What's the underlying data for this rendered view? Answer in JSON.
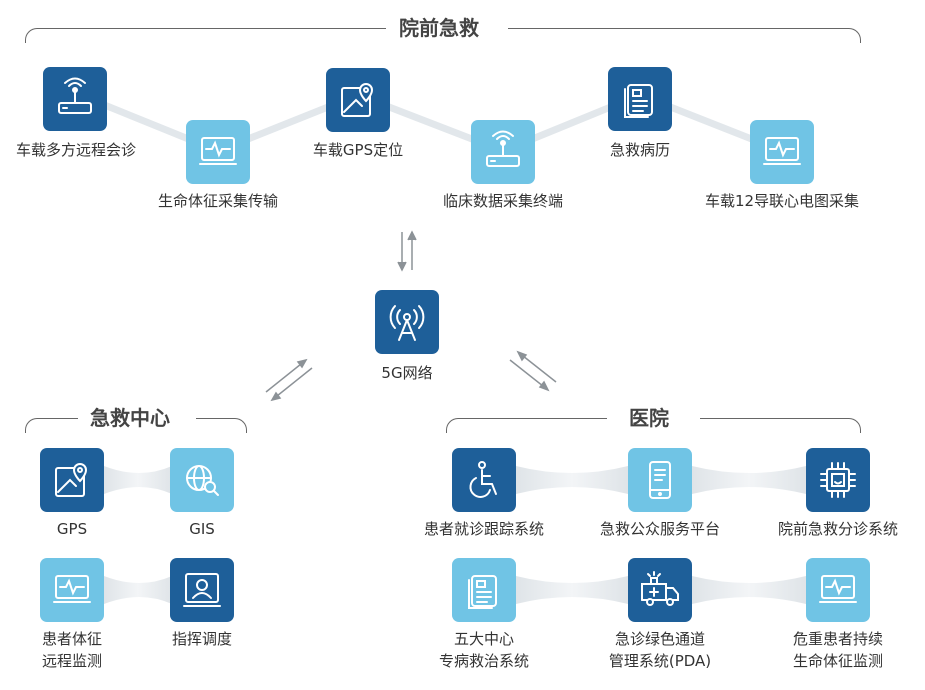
{
  "prehospital": {
    "title": "院前急救",
    "items": [
      {
        "label": "车载多方远程会诊",
        "icon": "router-icon"
      },
      {
        "label": "生命体征采集传输",
        "icon": "ecg-monitor-icon"
      },
      {
        "label": "车载GPS定位",
        "icon": "map-pin-icon"
      },
      {
        "label": "临床数据采集终端",
        "icon": "router-icon"
      },
      {
        "label": "急救病历",
        "icon": "document-icon"
      },
      {
        "label": "车载12导联心电图采集",
        "icon": "ecg-monitor-icon"
      }
    ]
  },
  "network": {
    "label": "5G网络",
    "icon": "antenna-icon"
  },
  "center": {
    "title": "急救中心",
    "items": [
      {
        "label": "GPS",
        "icon": "map-pin-icon"
      },
      {
        "label": "GIS",
        "icon": "globe-search-icon"
      },
      {
        "label_lines": [
          "患者体征",
          "远程监测"
        ],
        "icon": "ecg-monitor-icon"
      },
      {
        "label": "指挥调度",
        "icon": "dispatcher-icon"
      }
    ]
  },
  "hospital": {
    "title": "医院",
    "items": [
      {
        "label": "患者就诊跟踪系统",
        "icon": "wheelchair-icon"
      },
      {
        "label": "急救公众服务平台",
        "icon": "mobile-phone-icon"
      },
      {
        "label": "院前急救分诊系统",
        "icon": "chip-icon"
      },
      {
        "label_lines": [
          "五大中心",
          "专病救治系统"
        ],
        "icon": "document-icon"
      },
      {
        "label_lines": [
          "急诊绿色通道",
          "管理系统(PDA)"
        ],
        "icon": "ambulance-icon"
      },
      {
        "label_lines": [
          "危重患者持续",
          "生命体征监测"
        ],
        "icon": "ecg-monitor-icon"
      }
    ]
  },
  "colors": {
    "dark_icon": "#1e5f99",
    "light_icon": "#70c4e5",
    "connector": "#e3e8ec"
  }
}
